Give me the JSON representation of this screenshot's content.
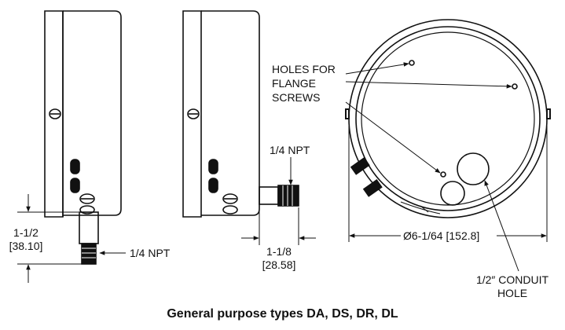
{
  "labels": {
    "holes_flange_screws": [
      "HOLES FOR",
      "FLANGE",
      "SCREWS"
    ],
    "npt_side": "1/4 NPT",
    "npt_bottom": "1/4 NPT",
    "dim_left": [
      "1-1/2",
      "[38.10]"
    ],
    "dim_mid": [
      "1-1/8",
      "[28.58]"
    ],
    "dim_dia": "Ø6-1/64 [152.8]",
    "conduit": [
      "1/2″ CONDUIT",
      "HOLE"
    ]
  },
  "caption": "General purpose types DA, DS, DR, DL"
}
